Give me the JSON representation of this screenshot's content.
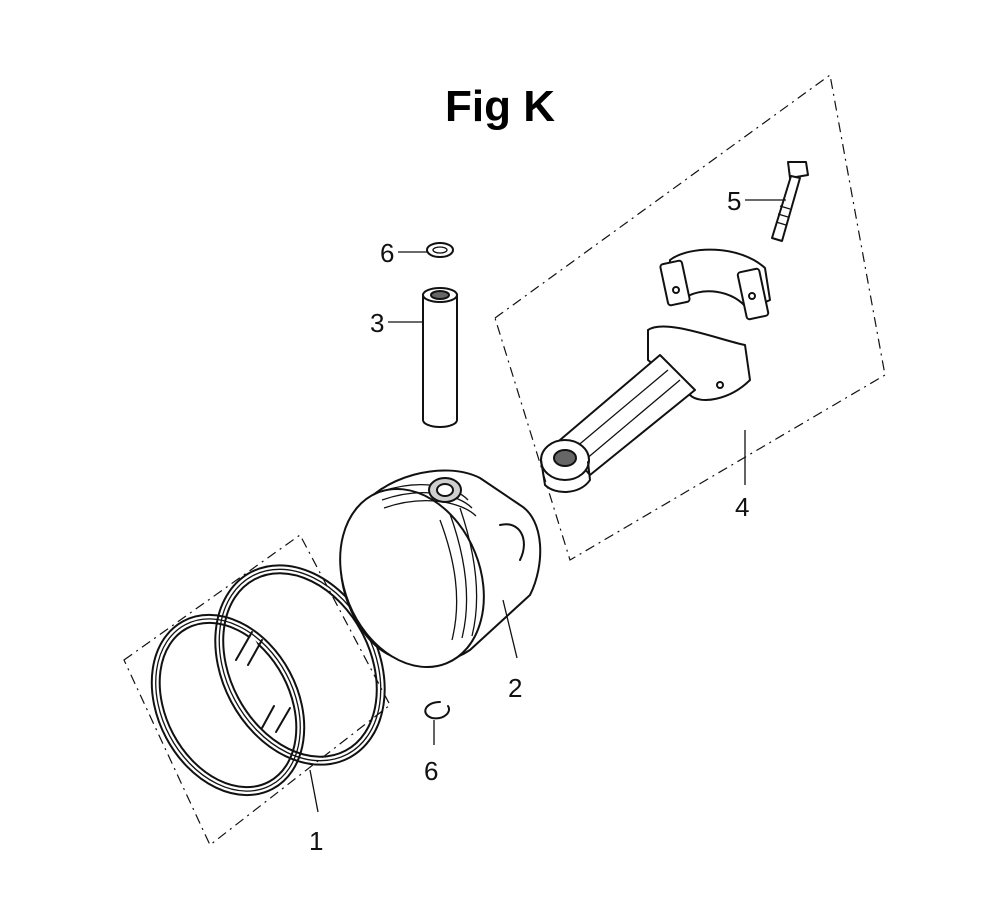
{
  "figure": {
    "title": "Fig K"
  },
  "callouts": {
    "piston_rings": "1",
    "piston": "2",
    "piston_pin": "3",
    "connecting_rod": "4",
    "rod_bolt": "5",
    "pin_clip_upper": "6",
    "pin_clip_lower": "6"
  }
}
